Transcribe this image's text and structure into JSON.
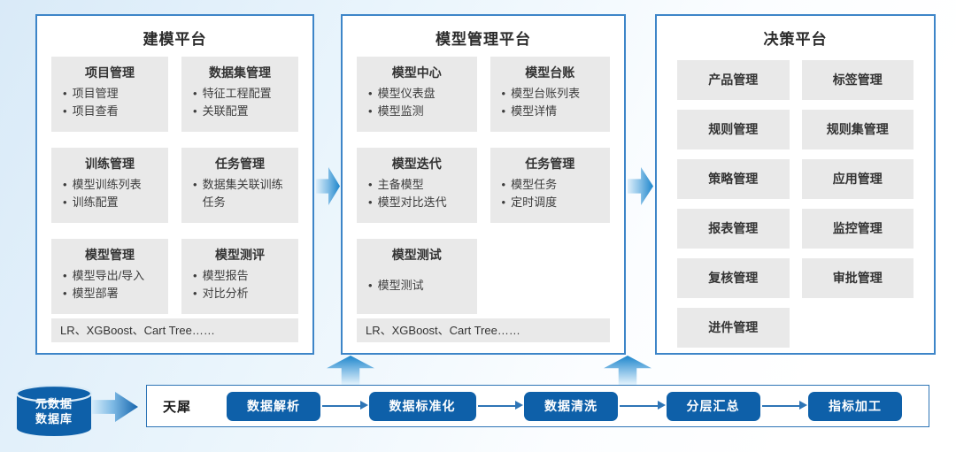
{
  "platforms": [
    {
      "title": "建模平台",
      "cards": [
        {
          "title": "项目管理",
          "items": [
            "项目管理",
            "项目查看"
          ]
        },
        {
          "title": "数据集管理",
          "items": [
            "特征工程配置",
            "关联配置"
          ]
        },
        {
          "title": "训练管理",
          "items": [
            "模型训练列表",
            "训练配置"
          ]
        },
        {
          "title": "任务管理",
          "items": [
            "数据集关联训练任务"
          ]
        },
        {
          "title": "模型管理",
          "items": [
            "模型导出/导入",
            "模型部署"
          ]
        },
        {
          "title": "模型测评",
          "items": [
            "模型报告",
            "对比分析"
          ]
        }
      ],
      "algorithms_note": "LR、XGBoost、Cart Tree……"
    },
    {
      "title": "模型管理平台",
      "cards": [
        {
          "title": "模型中心",
          "items": [
            "模型仪表盘",
            "模型监测"
          ]
        },
        {
          "title": "模型台账",
          "items": [
            "模型台账列表",
            "模型详情"
          ]
        },
        {
          "title": "模型迭代",
          "items": [
            "主备模型",
            "模型对比迭代"
          ]
        },
        {
          "title": "任务管理",
          "items": [
            "模型任务",
            "定时调度"
          ]
        },
        {
          "title": "模型测试",
          "items": [
            "模型测试"
          ]
        }
      ],
      "algorithms_note": "LR、XGBoost、Cart Tree……"
    },
    {
      "title": "决策平台",
      "modules": [
        "产品管理",
        "标签管理",
        "规则管理",
        "规则集管理",
        "策略管理",
        "应用管理",
        "报表管理",
        "监控管理",
        "复核管理",
        "审批管理",
        "进件管理"
      ]
    }
  ],
  "pipeline": {
    "source_database": {
      "line1": "元数据",
      "line2": "数据库"
    },
    "engine_label": "天犀",
    "stages": [
      "数据解析",
      "数据标准化",
      "数据清洗",
      "分层汇总",
      "指标加工"
    ]
  },
  "colors": {
    "deep_blue": "#0e60a9",
    "panel_border_blue": "#3d85c8",
    "connector_blue": "#2e75b6",
    "card_gray": "#e9e9e9",
    "arrow_gradient_dark": "#1e86cc",
    "arrow_gradient_light": "#ddeffb"
  }
}
